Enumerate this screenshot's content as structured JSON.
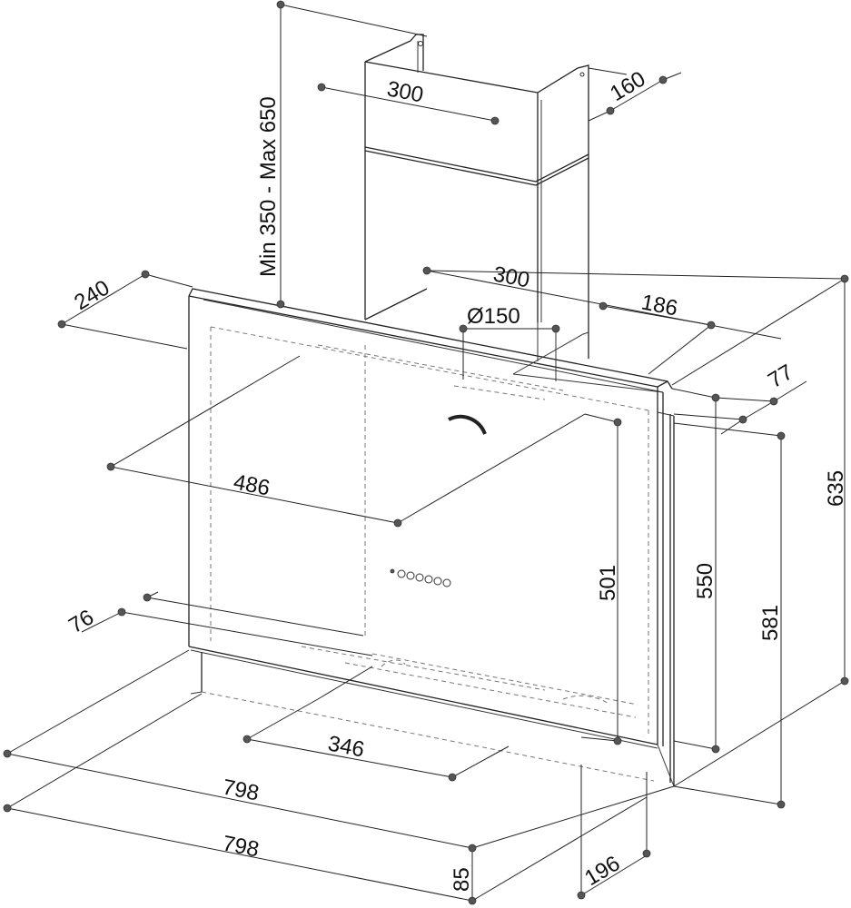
{
  "labels": {
    "duct_height": "Min  350  -  Max  650",
    "duct_width": "300",
    "duct_depth": "160",
    "depth_240": "240",
    "top_width": "300",
    "top_offset": "186",
    "outlet_diameter": "150",
    "depth_77": "77",
    "height_635": "635",
    "width_486": "486",
    "height_501": "501",
    "height_550": "550",
    "height_581": "581",
    "depth_76": "76",
    "width_346": "346",
    "width_798_upper": "798",
    "width_798_lower": "798",
    "height_85": "85",
    "depth_196": "196"
  },
  "colors": {
    "line": "#222222",
    "dot": "#555555",
    "background": "#ffffff"
  }
}
